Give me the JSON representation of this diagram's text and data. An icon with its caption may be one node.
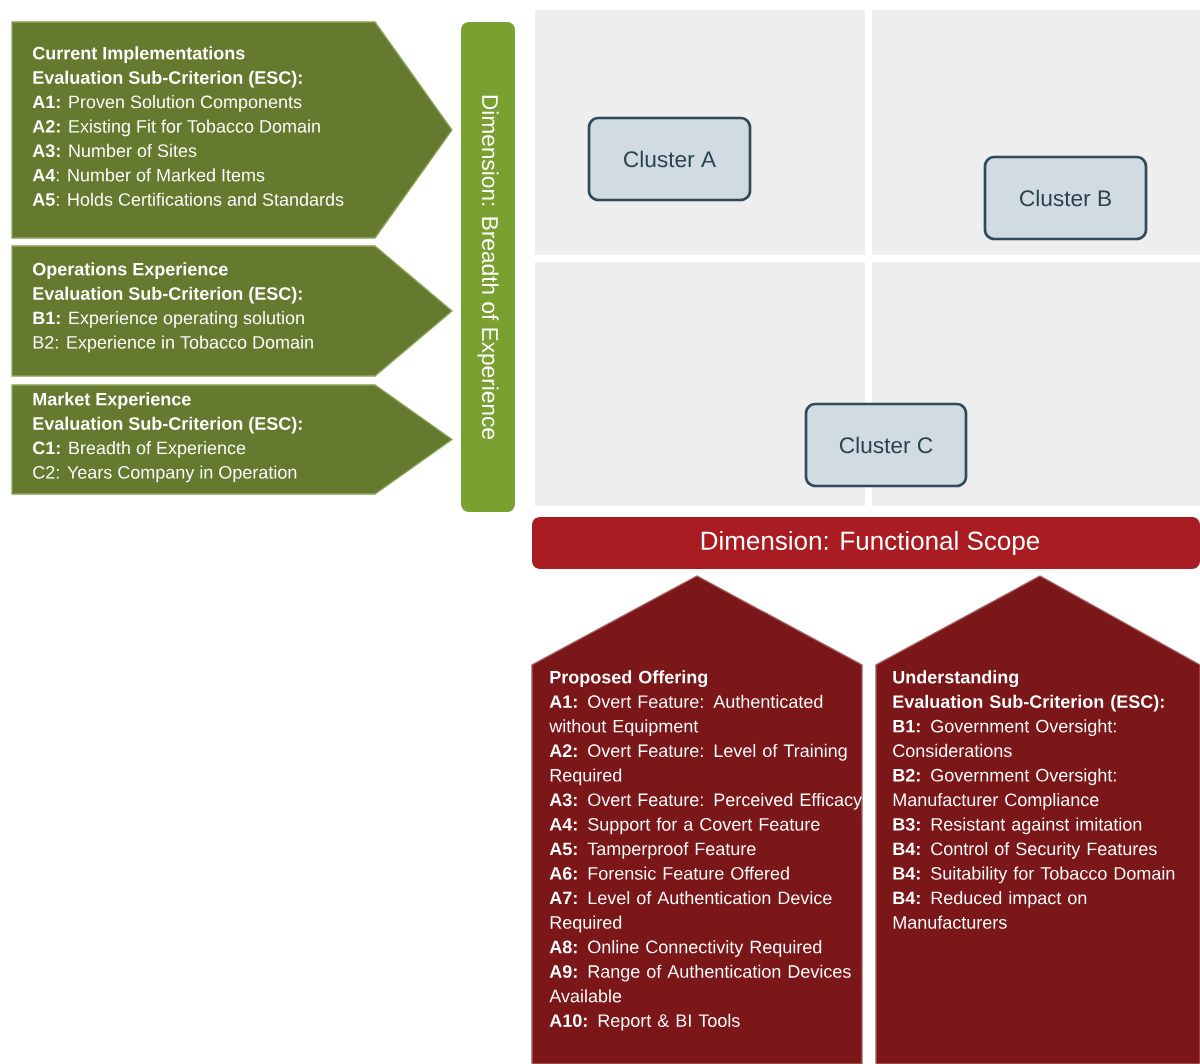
{
  "diagram": {
    "nodes": [
      {
        "text": [
          "Current Implementations",
          "Evaluation Sub-Criterion (ESC):",
          "**A1:** Proven Solution Components",
          "**A2:** Existing Fit for Tobacco Domain",
          "**A3:** Number of Sites",
          "**A4**: Number of Marked Items",
          "**A5**: Holds Certifications and Standards"
        ]
      },
      {
        "text": [
          "Operations Experience",
          "Evaluation Sub-Criterion (ESC):",
          "**B1:** Experience operating solution",
          "B2: Experience in Tobacco Domain"
        ]
      },
      {
        "text": [
          "Market Experience",
          "Evaluation Sub-Criterion (ESC):",
          "**C1:** Breadth of Experience",
          "C2: Years Company in Operation"
        ]
      },
      {
        "text": [
          "Dimension: Breadth of Experience"
        ]
      },
      {
        "text": [
          "Cluster A"
        ]
      },
      {
        "text": [
          "Cluster B"
        ]
      },
      {
        "text": [
          "Cluster C"
        ]
      },
      {
        "text": [
          "Dimension: Functional Scope"
        ]
      },
      {
        "text": [
          "Proposed Offering",
          "**A1:** Overt Feature: Authenticated without Equipment",
          "**A2:** Overt Feature: Level of Training Required",
          "**A3:** Overt Feature: Perceived Efficacy",
          "**A4:** Support for a Covert Feature",
          "**A5:** Tamperproof Feature",
          "**A6:** Forensic Feature Offered",
          "**A7:** Level of Authentication Device Required",
          "**A8:** Online Connectivity Required",
          "**A9:** Range of Authentication Devices Available",
          "**A10:** Report & BI Tools"
        ]
      },
      {
        "text": [
          "Understanding",
          "Evaluation Sub-Criterion (ESC):",
          "**B1:** Government Oversight: Considerations",
          "**B2:** Government Oversight: Manufacturer Compliance",
          "**B3:** Resistant against imitation",
          "**B4:** Control of Security Features",
          "**B4:** Suitability for Tobacco Domain",
          "**B4:** Reduced impact on Manufacturers"
        ]
      }
    ],
    "edges": []
  }
}
